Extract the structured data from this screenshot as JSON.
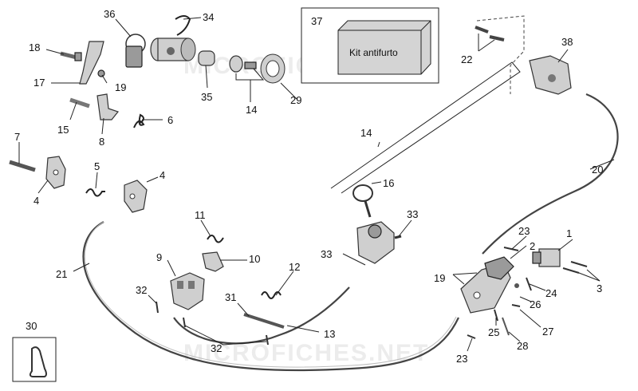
{
  "watermark": "MICROFICHES.NET",
  "kit_label": "Kit antifurto",
  "labels": {
    "l1": "1",
    "l2": "2",
    "l3": "3",
    "l4a": "4",
    "l4b": "4",
    "l5": "5",
    "l6": "6",
    "l7": "7",
    "l8": "8",
    "l9": "9",
    "l10": "10",
    "l11": "11",
    "l12": "12",
    "l13": "13",
    "l14a": "14",
    "l14b": "14",
    "l15": "15",
    "l16": "16",
    "l17": "17",
    "l18": "18",
    "l19a": "19",
    "l19b": "19",
    "l20": "20",
    "l21": "21",
    "l22": "22",
    "l23a": "23",
    "l23b": "23",
    "l24": "24",
    "l25": "25",
    "l26": "26",
    "l27": "27",
    "l28": "28",
    "l29": "29",
    "l30": "30",
    "l31": "31",
    "l32a": "32",
    "l32b": "32",
    "l33a": "33",
    "l33b": "33",
    "l34": "34",
    "l35": "35",
    "l36": "36",
    "l37": "37",
    "l38": "38"
  },
  "colors": {
    "box_fill": "#d4d4d4",
    "line": "#222222",
    "background": "#ffffff"
  }
}
